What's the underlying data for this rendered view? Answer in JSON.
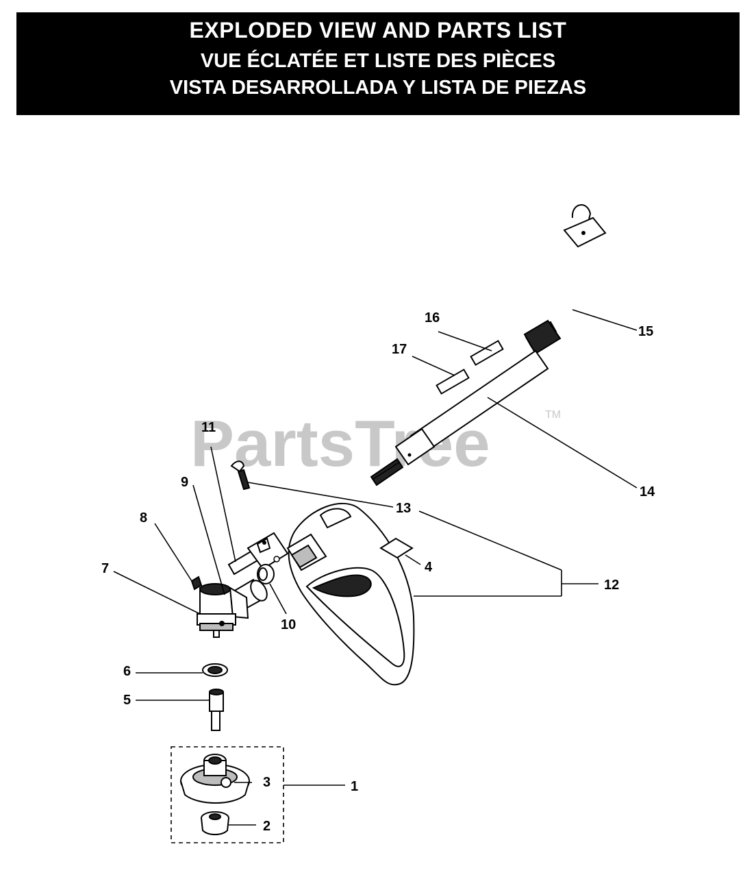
{
  "header": {
    "title_en": "EXPLODED VIEW AND PARTS LIST",
    "title_fr": "VUE ÉCLATÉE ET LISTE DES PIÈCES",
    "title_es": "VISTA DESARROLLADA Y LISTA DE PIEZAS"
  },
  "watermark": {
    "text": "PartsTree",
    "trademark": "TM"
  },
  "callouts": {
    "c1": "1",
    "c2": "2",
    "c3": "3",
    "c4": "4",
    "c5": "5",
    "c6": "6",
    "c7": "7",
    "c8": "8",
    "c9": "9",
    "c10": "10",
    "c11": "11",
    "c12": "12",
    "c13": "13",
    "c14": "14",
    "c15": "15",
    "c16": "16",
    "c17": "17"
  }
}
